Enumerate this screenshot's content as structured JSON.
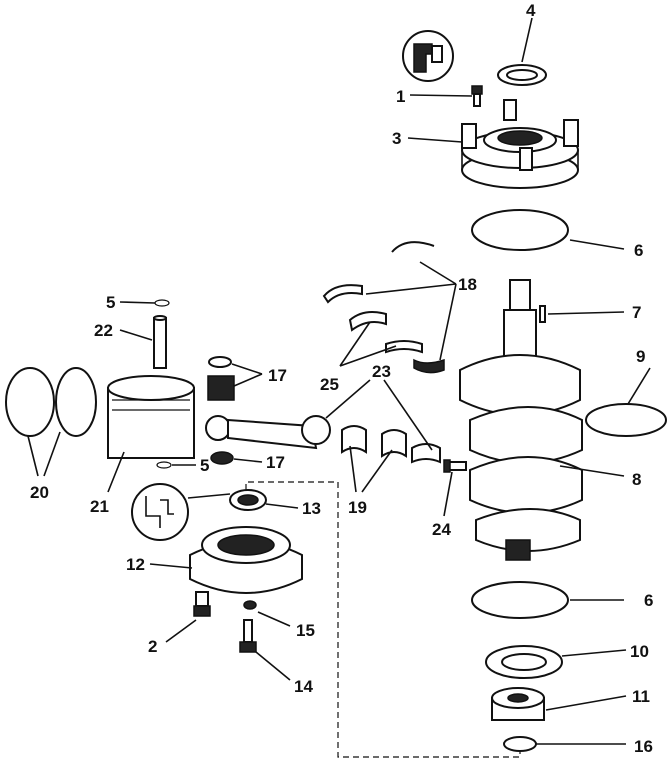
{
  "callouts": [
    {
      "id": "c1",
      "text": "1"
    },
    {
      "id": "c2",
      "text": "2"
    },
    {
      "id": "c3",
      "text": "3"
    },
    {
      "id": "c4",
      "text": "4"
    },
    {
      "id": "c5a",
      "text": "5"
    },
    {
      "id": "c5b",
      "text": "5"
    },
    {
      "id": "c6a",
      "text": "6"
    },
    {
      "id": "c6b",
      "text": "6"
    },
    {
      "id": "c7",
      "text": "7"
    },
    {
      "id": "c8",
      "text": "8"
    },
    {
      "id": "c9",
      "text": "9"
    },
    {
      "id": "c10",
      "text": "10"
    },
    {
      "id": "c11",
      "text": "11"
    },
    {
      "id": "c12",
      "text": "12"
    },
    {
      "id": "c13",
      "text": "13"
    },
    {
      "id": "c14",
      "text": "14"
    },
    {
      "id": "c15",
      "text": "15"
    },
    {
      "id": "c16",
      "text": "16"
    },
    {
      "id": "c17a",
      "text": "17"
    },
    {
      "id": "c17b",
      "text": "17"
    },
    {
      "id": "c18",
      "text": "18"
    },
    {
      "id": "c19",
      "text": "19"
    },
    {
      "id": "c20",
      "text": "20"
    },
    {
      "id": "c21",
      "text": "21"
    },
    {
      "id": "c22",
      "text": "22"
    },
    {
      "id": "c23",
      "text": "23"
    },
    {
      "id": "c24",
      "text": "24"
    },
    {
      "id": "c25",
      "text": "25"
    }
  ],
  "icons": [
    "sealant-tube-icon",
    "grease-gun-icon"
  ]
}
